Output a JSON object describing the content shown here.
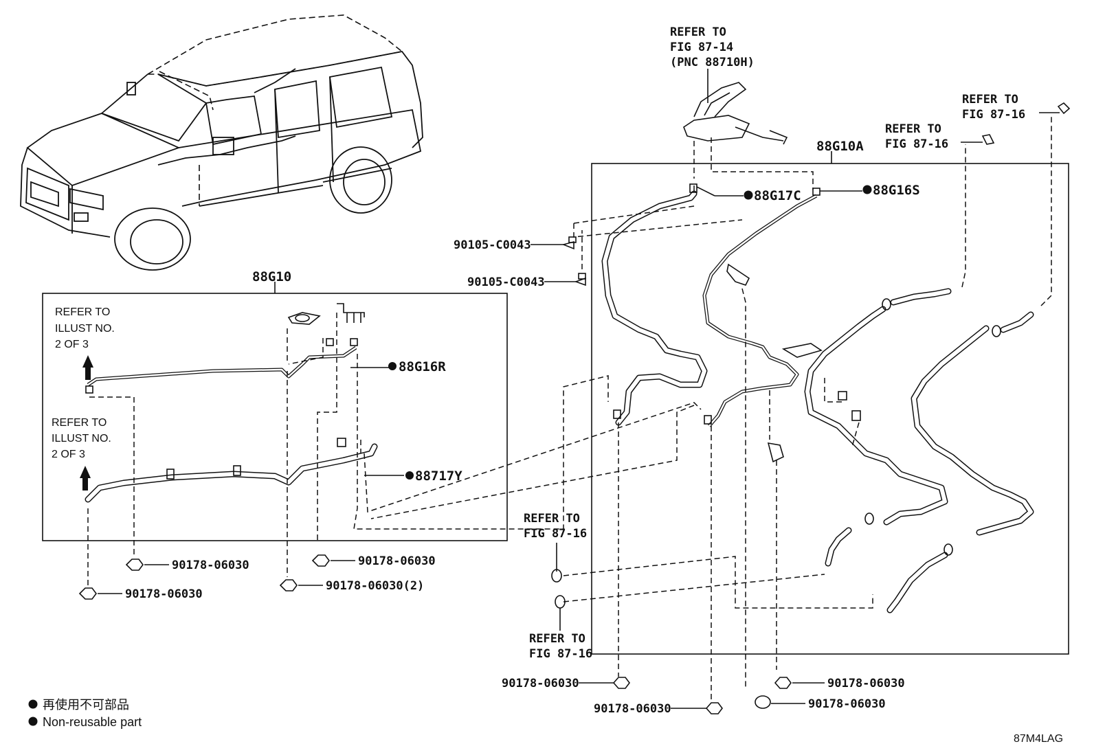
{
  "refs": {
    "top_refer_1": "REFER TO",
    "top_refer_2": "FIG 87-14",
    "top_refer_3": "(PNC 88710H)",
    "right_a_1": "REFER TO",
    "right_a_2": "FIG 87-16",
    "right_b_1": "REFER TO",
    "right_b_2": "FIG 87-16",
    "mid_1": "REFER TO",
    "mid_2": "FIG 87-16",
    "bot_1": "REFER TO",
    "bot_2": "FIG 87-16",
    "illust_a_1": "REFER TO",
    "illust_a_2": "ILLUST NO.",
    "illust_a_3": "2 OF 3",
    "illust_b_1": "REFER TO",
    "illust_b_2": "ILLUST NO.",
    "illust_b_3": "2 OF 3"
  },
  "assemblies": {
    "left": "88G10",
    "right": "88G10A"
  },
  "parts": {
    "p88G17C": "88G17C",
    "p88G16S": "88G16S",
    "p88G16R": "88G16R",
    "p88717Y": "88717Y",
    "bolt_1": "90105-C0043",
    "bolt_2": "90105-C0043",
    "nut_1": "90178-06030",
    "nut_2": "90178-06030",
    "nut_3": "90178-06030",
    "nut_4": "90178-06030(2)",
    "nut_5": "90178-06030",
    "nut_6": "90178-06030",
    "nut_7": "90178-06030",
    "nut_8": "90178-06030"
  },
  "legend": {
    "jp": "再使用不可部品",
    "en": "Non-reusable part"
  },
  "figure_code": "87M4LAG"
}
